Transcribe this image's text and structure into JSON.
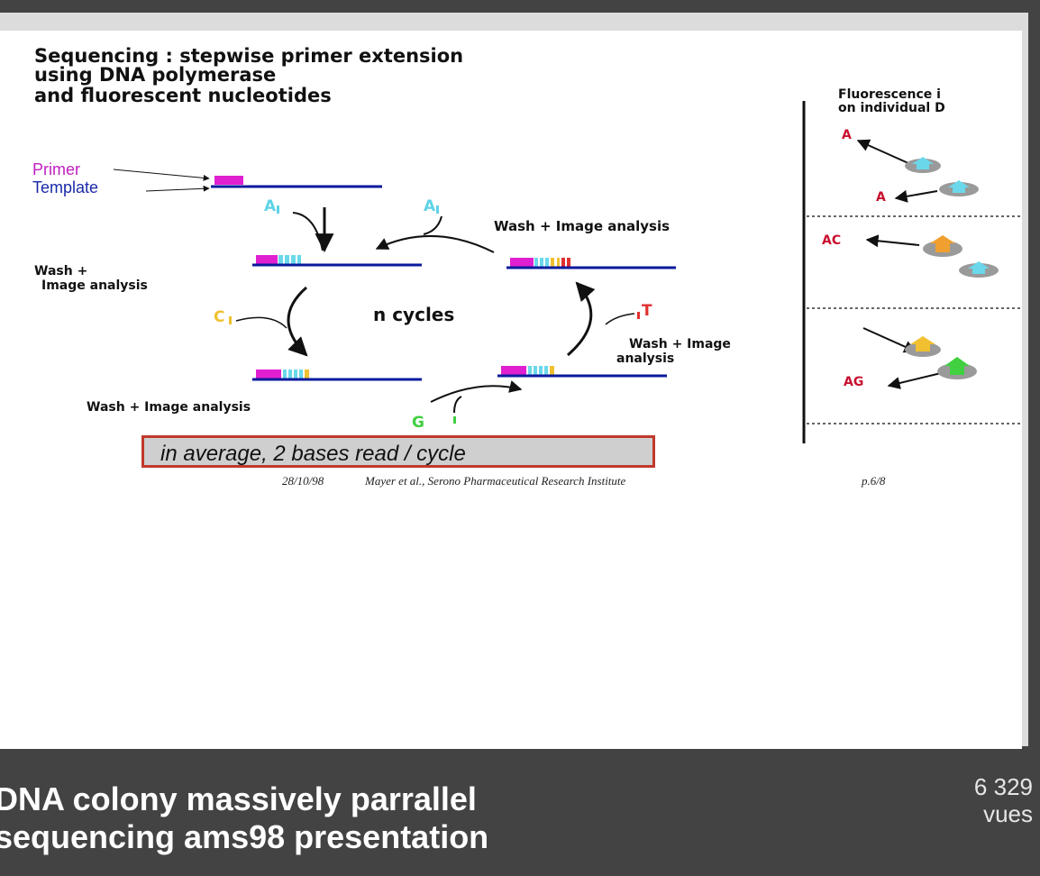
{
  "slide": {
    "title_lines": [
      "Sequencing : stepwise primer extension",
      "using DNA polymerase",
      "and fluorescent nucleotides"
    ],
    "primer_label": "Primer",
    "template_label": "Template",
    "nucleotides": {
      "a1": "A",
      "a2": "A",
      "c": "C",
      "t": "T",
      "g": "G"
    },
    "wash_labels": {
      "top_right": "Wash + Image analysis",
      "left_line1": "Wash +",
      "left_line2": "Image analysis",
      "right_line1": "Wash + Image",
      "right_line2": "analysis",
      "bottom_left": "Wash + Image analysis"
    },
    "cycles_label": "n cycles",
    "average_text": "in average, 2 bases read / cycle",
    "footer": {
      "date": "28/10/98",
      "author": "Mayer et al., Serono Pharmaceutical Research Institute",
      "page": "p.6/8"
    },
    "fluorescence": {
      "title_line1": "Fluorescence i",
      "title_line2": "on individual D",
      "reads": [
        "A",
        "A",
        "AC",
        "AG"
      ]
    }
  },
  "presentation": {
    "title_line1": "DNA colony massively parrallel",
    "title_line2": "sequencing ams98 presentation",
    "views_count": "6 329",
    "views_label": "vues"
  },
  "colors": {
    "background": "#434343",
    "dna_strand": "#0a1a9c",
    "primer": "#e020d0",
    "a_nucleotide": "#6ad8ea",
    "c_nucleotide": "#f0c030",
    "t_nucleotide": "#e03030",
    "g_nucleotide": "#40d040",
    "average_border": "#c0392b"
  }
}
